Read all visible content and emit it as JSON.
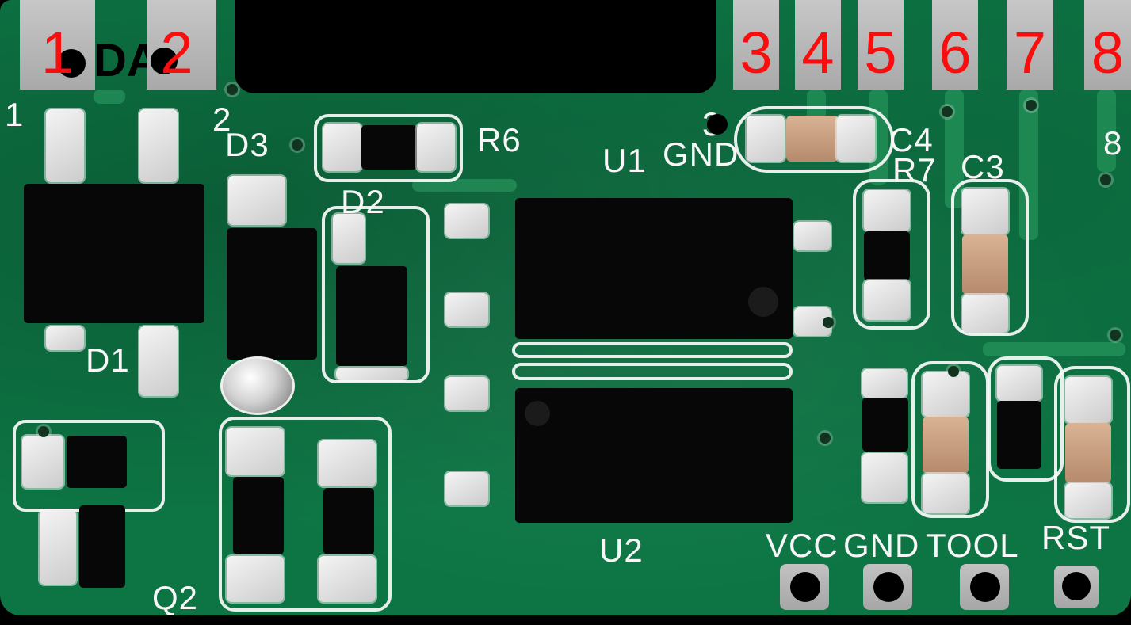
{
  "board": {
    "red_pins": [
      "1",
      "2",
      "3",
      "4",
      "5",
      "6",
      "7",
      "8"
    ],
    "da_label": "DA",
    "silkscreen_numbers": {
      "pin1": "1",
      "pin2": "2",
      "pin3": "3",
      "pin8": "8"
    },
    "component_labels": {
      "d1": "D1",
      "d2": "D2",
      "d3": "D3",
      "q2": "Q2",
      "r6": "R6",
      "r7": "R7",
      "u1": "U1",
      "u1_gnd": "GND",
      "u2": "U2",
      "c3": "C3",
      "c4": "C4"
    },
    "bottom_pins": [
      "VCC",
      "GND",
      "TOOL",
      "RST"
    ],
    "colors": {
      "board_green": "#0d7544",
      "trace_green": "#2ea064",
      "pad_gray": "#b6b6b6",
      "silkscreen_white": "#f4f4f4",
      "annotation_red": "#fb0d0d",
      "component_black": "#070707",
      "capacitor_tan": "#c79d81",
      "solder_silver": "#d9d9d9",
      "background_black": "#000000"
    }
  }
}
